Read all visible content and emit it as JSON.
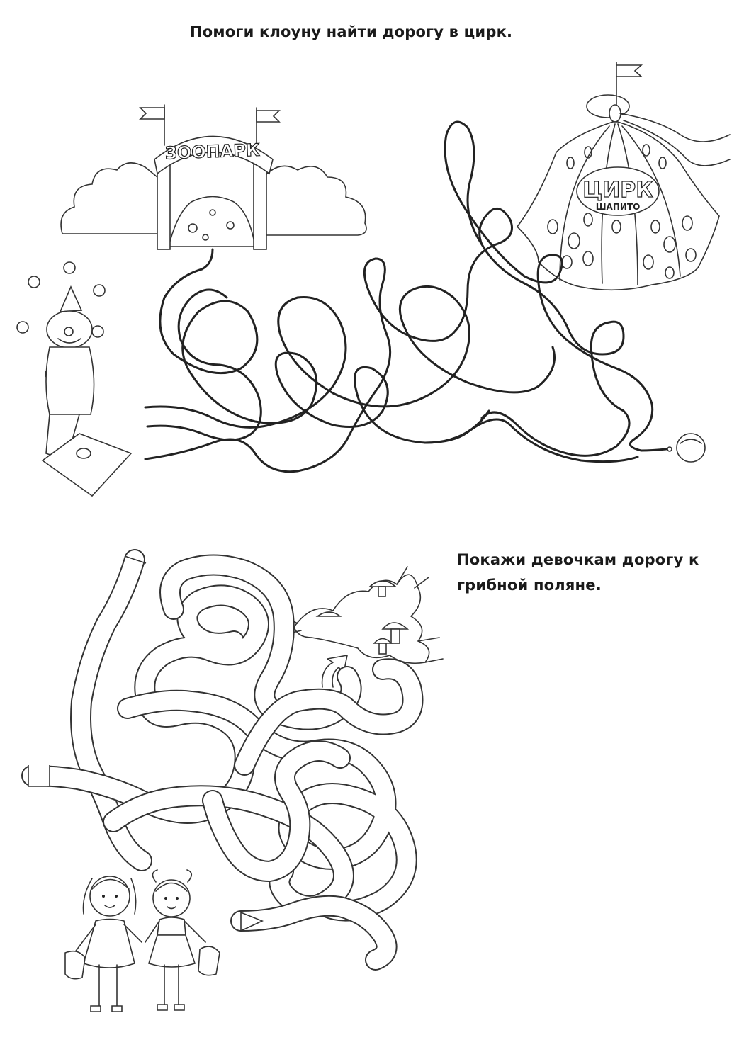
{
  "puzzle1": {
    "instruction": "Помоги клоуну найти дорогу в цирк.",
    "zoo_sign": "ЗООПАРК",
    "circus_sign_main": "ЦИРК",
    "circus_sign_sub": "ШАПИТО"
  },
  "puzzle2": {
    "instruction_line1": "Покажи девочкам дорогу к",
    "instruction_line2": "грибной поляне."
  },
  "colors": {
    "ink": "#222222",
    "paper": "#ffffff"
  },
  "icons": [
    "clown-icon",
    "zoo-gate-icon",
    "circus-tent-icon",
    "ball-icon",
    "mushrooms-icon",
    "girls-icon",
    "arrow-icon"
  ]
}
